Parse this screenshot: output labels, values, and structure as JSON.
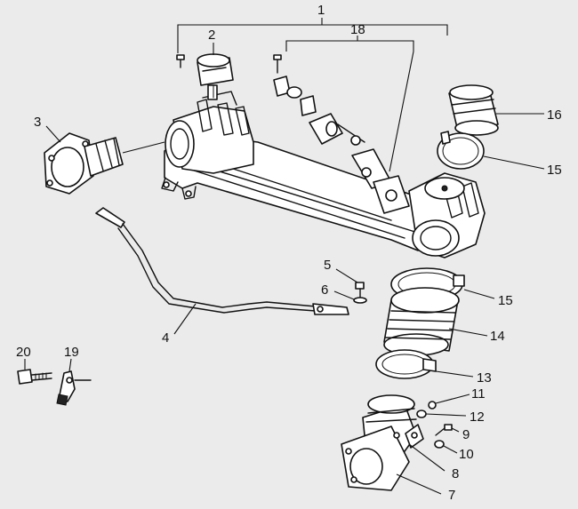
{
  "diagram": {
    "background": "#ebebeb",
    "ink": "#111111",
    "callouts": {
      "c1": "1",
      "c2": "2",
      "c3": "3",
      "c4": "4",
      "c5": "5",
      "c6": "6",
      "c7": "7",
      "c8": "8",
      "c9": "9",
      "c10": "10",
      "c11": "11",
      "c12": "12",
      "c13": "13",
      "c14": "14",
      "c15a": "15",
      "c15b": "15",
      "c16": "16",
      "c18": "18",
      "c19": "19",
      "c20": "20"
    }
  }
}
